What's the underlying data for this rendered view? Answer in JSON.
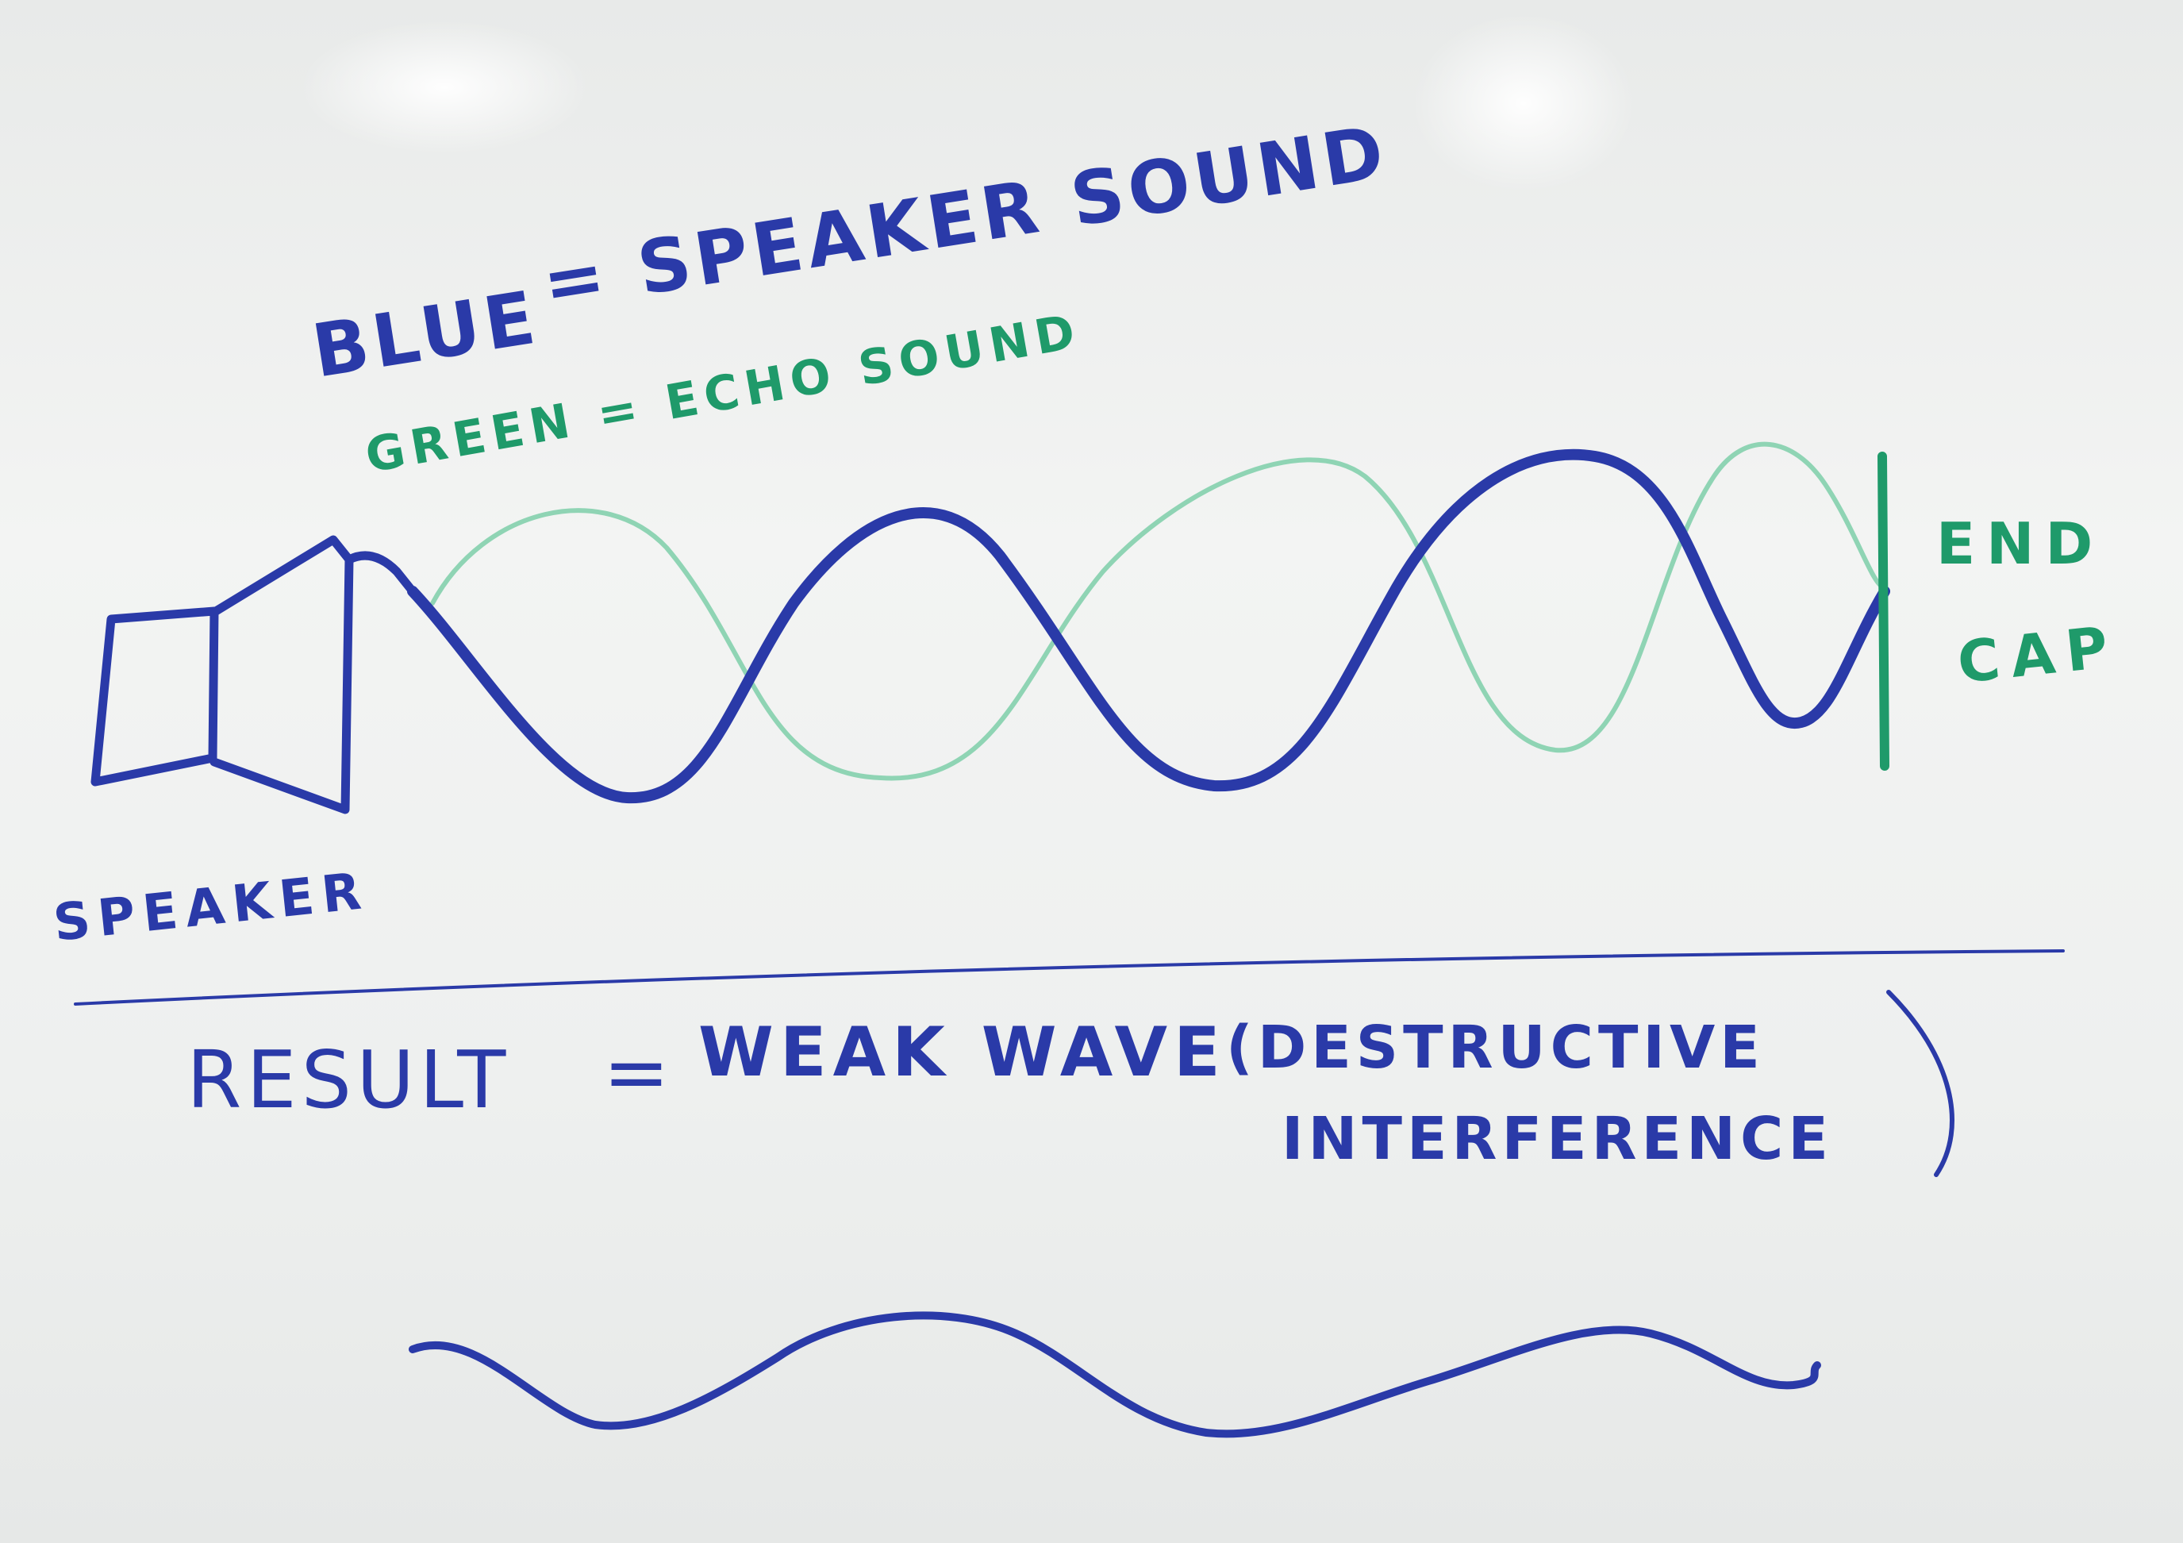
{
  "legend": {
    "blue_word": "BLUE",
    "blue_rest": "= SPEAKER SOUND",
    "green": "GREEN = ECHO SOUND"
  },
  "labels": {
    "speaker": "SPEAKER",
    "end": "END",
    "cap": "CAP"
  },
  "result": {
    "prefix": "RESULT",
    "equals": "=",
    "main": "WEAK WAVE",
    "paren_line1": "(DESTRUCTIVE",
    "paren_line2": "INTERFERENCE",
    "close_paren": ")"
  },
  "colors": {
    "blue_marker": "#2a3aa8",
    "green_marker": "#1f9a6a",
    "light_green_marker": "#8fd4b4",
    "board": "#eceeed"
  }
}
